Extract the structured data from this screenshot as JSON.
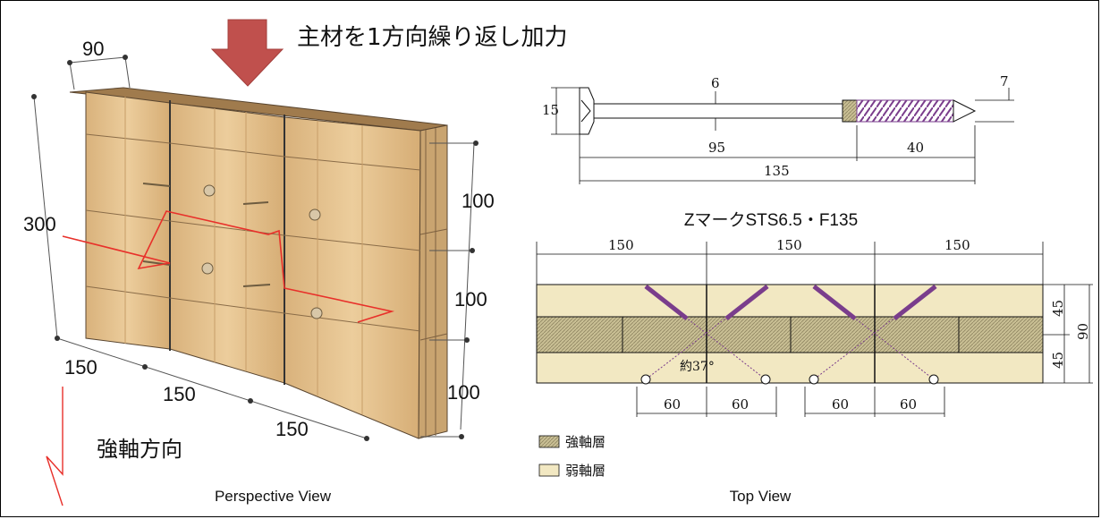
{
  "load_caption": "主材を1方向繰り返し加力",
  "perspective": {
    "caption": "Perspective View",
    "dim_thickness": "90",
    "dim_height": "300",
    "dim_layers": [
      "100",
      "100",
      "100"
    ],
    "dim_widths": [
      "150",
      "150",
      "150"
    ],
    "strong_axis_label": "強軸方向"
  },
  "screw_detail": {
    "dim_head": "15",
    "dim_shank_dia": "6",
    "dim_thread_dia": "7",
    "dim_shank_len": "95",
    "dim_thread_len": "40",
    "dim_total": "135"
  },
  "top_view": {
    "title": "ZマークSTS6.5・F135",
    "caption": "Top View",
    "dim_spans": [
      "150",
      "150",
      "150"
    ],
    "dim_spacing": [
      "60",
      "60",
      "60",
      "60"
    ],
    "dim_layers": [
      "45",
      "45"
    ],
    "dim_total_thickness": "90",
    "angle_label": "約37°",
    "legend": [
      {
        "label": "強軸層",
        "color": "#b9ad7e"
      },
      {
        "label": "弱軸層",
        "color": "#f2e8c2"
      }
    ]
  },
  "colors": {
    "arrow": "#c0504d",
    "wood": "#e2c08e",
    "strong_layer": "#b9ad7e",
    "weak_layer": "#f2e8c2",
    "screw": "#7a3d8c",
    "crack": "#e8302a"
  }
}
